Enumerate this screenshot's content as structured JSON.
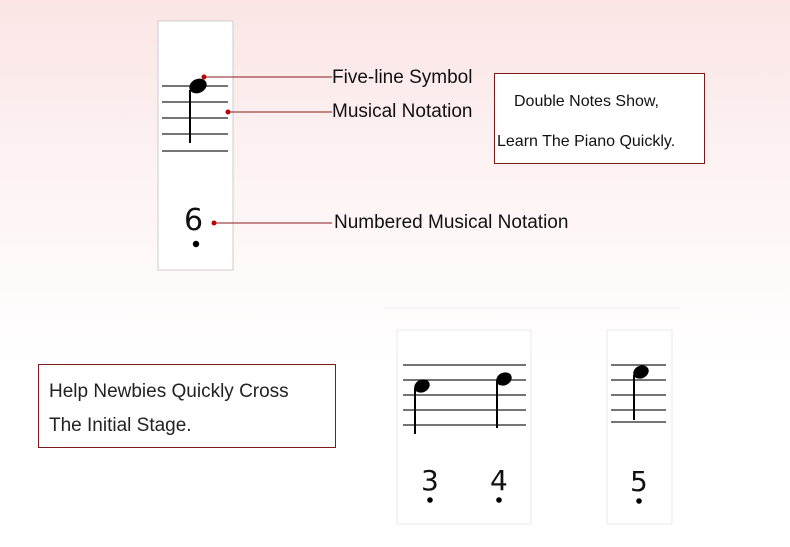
{
  "labels": {
    "five_line": "Five-line Symbol",
    "musical_notation": "Musical Notation",
    "numbered": "Numbered  Musical Notation"
  },
  "callout_top": {
    "line1": "Double Notes Show,",
    "line2": "Learn The Piano Quickly."
  },
  "callout_bottom": {
    "line1": "Help Newbies Quickly Cross",
    "line2": "The Initial Stage."
  },
  "keys": {
    "top_digit": "6",
    "bottom_digits": [
      "3",
      "4",
      "5"
    ]
  },
  "colors": {
    "accent": "#c00000",
    "box_border": "#7a1a1a"
  }
}
